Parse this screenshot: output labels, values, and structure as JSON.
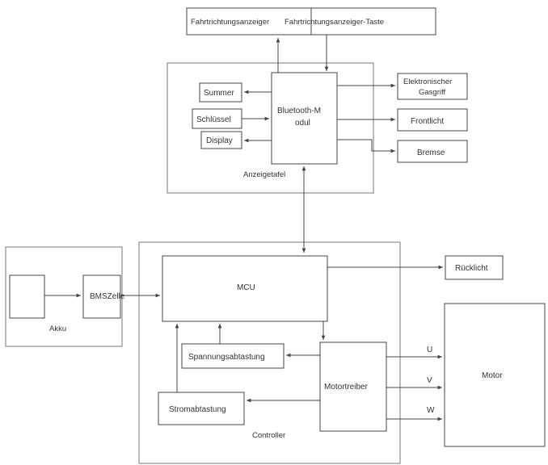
{
  "labels": {
    "indicator": "Fahrtrichtungsanzeiger",
    "indicator_button": "Fahrtrichtungsanzeiger-Taste",
    "buzzer": "Summer",
    "key": "Schlüssel",
    "display": "Display",
    "bt_module_line1": "Bluetooth-M",
    "bt_module_line2": "odul",
    "throttle_line1": "Elektronischer",
    "throttle_line2": "Gasgriff",
    "front_light": "Frontlicht",
    "brake": "Bremse",
    "panel": "Anzeigetafel",
    "battery": "Akku",
    "bms": "BMSZelle",
    "mcu": "MCU",
    "rear_light": "Rücklicht",
    "voltage_sampling": "Spannungsabtastung",
    "motor_driver": "Motortreiber",
    "current_sampling": "Stromabtastung",
    "controller": "Controller",
    "motor": "Motor",
    "phase_u": "U",
    "phase_v": "V",
    "phase_w": "W"
  }
}
